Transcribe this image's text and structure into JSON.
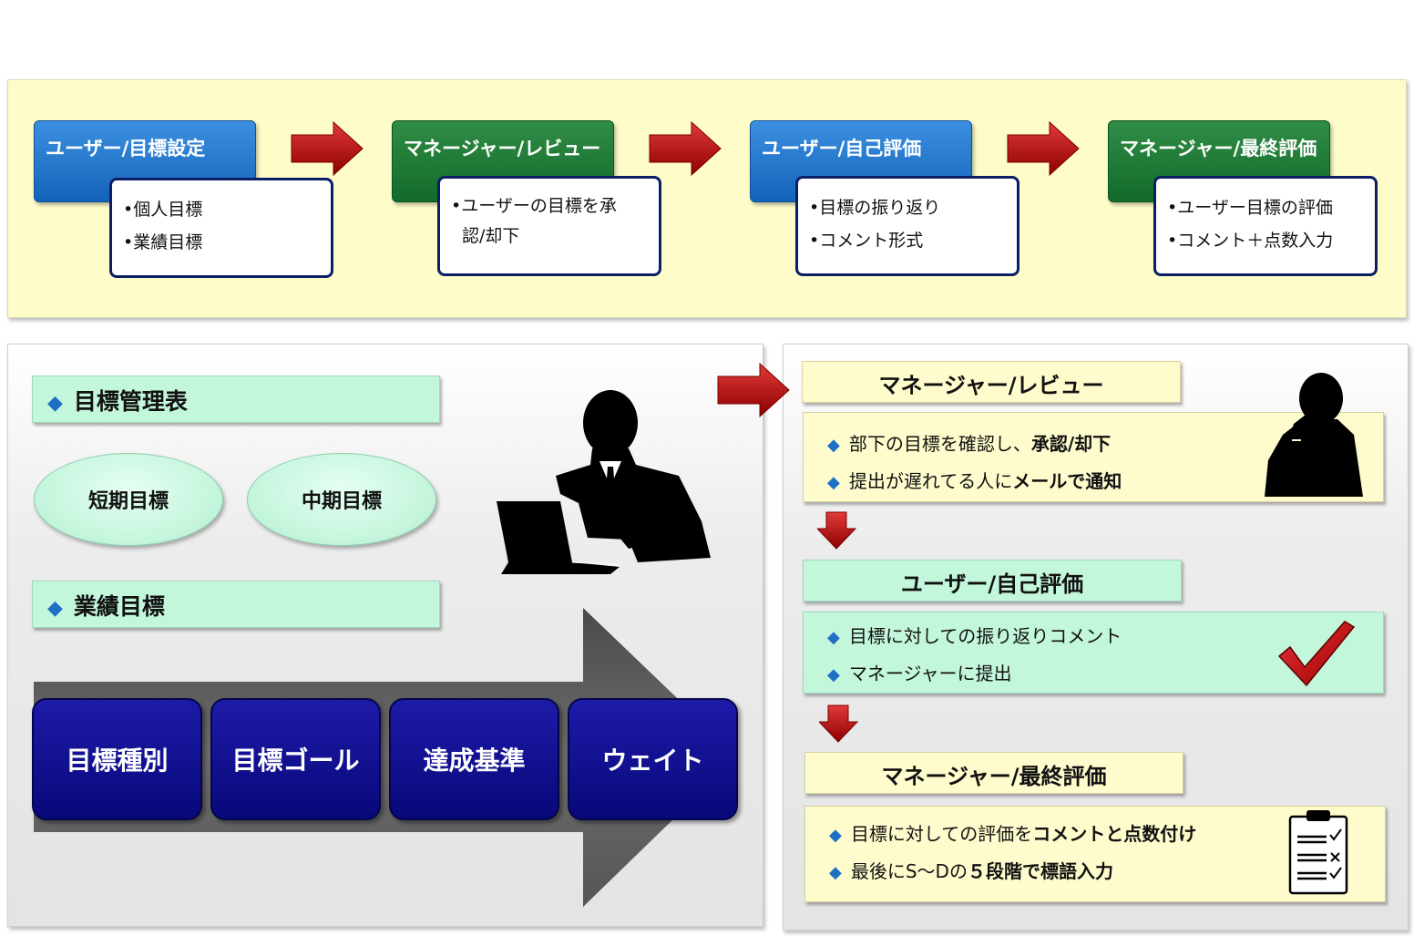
{
  "workflow": {
    "steps": [
      {
        "title": "ユーザー/目標設定",
        "items": [
          "個人目標",
          "業績目標"
        ]
      },
      {
        "title": "マネージャー/レビュー",
        "items": [
          "ユーザーの目標を承",
          "認/却下"
        ]
      },
      {
        "title": "ユーザー/自己評価",
        "items": [
          "目標の振り返り",
          "コメント形式"
        ]
      },
      {
        "title": "マネージャー/最終評価",
        "items": [
          "ユーザー目標の評価",
          "コメント＋点数入力"
        ]
      }
    ],
    "bullet": "•"
  },
  "left": {
    "section1": "目標管理表",
    "ovals": [
      "短期目標",
      "中期目標"
    ],
    "section2": "業績目標",
    "fields": [
      "目標種別",
      "目標ゴール",
      "達成基準",
      "ウェイト"
    ]
  },
  "right": {
    "review": {
      "title": "マネージャー/レビュー",
      "line1_plain": "部下の目標を確認し、",
      "line1_bold": "承認/却下",
      "line2_plain": "提出が遅れてる人に",
      "line2_bold": "メールで通知"
    },
    "self_eval": {
      "title": "ユーザー/自己評価",
      "line1": "目標に対しての振り返りコメント",
      "line2": "マネージャーに提出"
    },
    "final_eval": {
      "title": "マネージャー/最終評価",
      "line1_plain": "目標に対しての評価を",
      "line1_bold": "コメントと点数付け",
      "line2_plain": "最後にS～Dの",
      "line2_bold": "５段階で標語入力"
    }
  },
  "colors": {
    "band": "#fefdc9",
    "blue": "#1464b9",
    "green": "#136b2b",
    "navy": "#08087a",
    "mint": "#c3f7dc",
    "red_arrow": "#b00000"
  },
  "icons": [
    "red-arrow-icon",
    "person-laptop-icon",
    "thinking-person-icon",
    "checkmark-icon",
    "clipboard-icon",
    "diamond-bullet-icon"
  ]
}
